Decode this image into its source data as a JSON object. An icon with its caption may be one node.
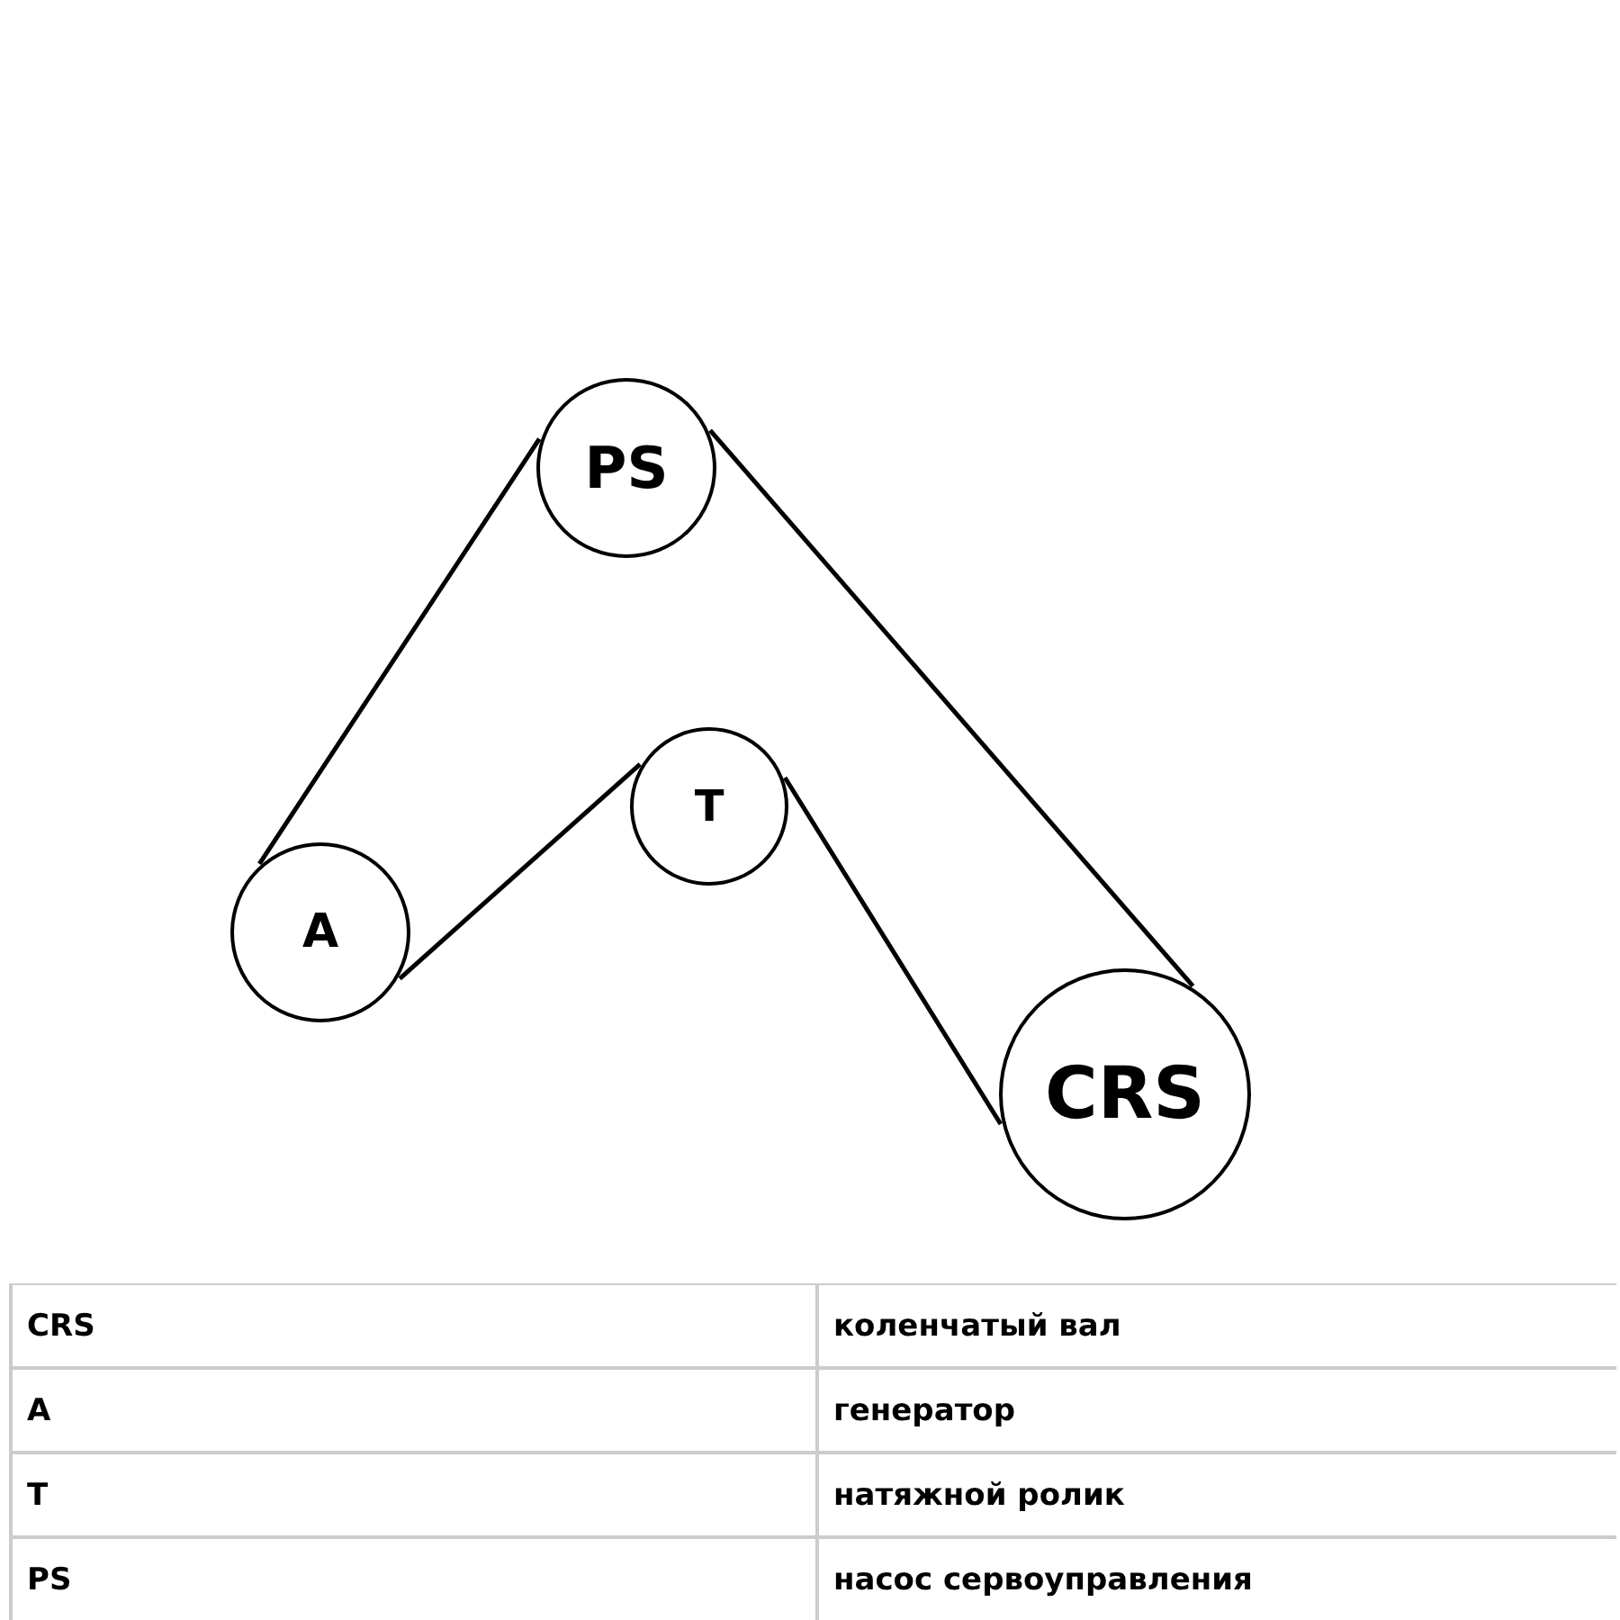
{
  "diagram": {
    "nodes": [
      {
        "text": [
          "PS"
        ]
      },
      {
        "text": [
          "T"
        ]
      },
      {
        "text": [
          "A"
        ]
      },
      {
        "text": [
          "CRS"
        ]
      }
    ],
    "edges": [
      {
        "from": 0,
        "to": 2,
        "arrow": "none"
      },
      {
        "from": 2,
        "to": 1,
        "arrow": "none"
      },
      {
        "from": 1,
        "to": 3,
        "arrow": "none"
      },
      {
        "from": 3,
        "to": 0,
        "arrow": "none"
      }
    ],
    "labels": [
      "CRS",
      "коленчатый вал",
      "A",
      "генератор",
      "T",
      "натяжной ролик",
      "PS",
      "насос сервоуправления"
    ]
  }
}
